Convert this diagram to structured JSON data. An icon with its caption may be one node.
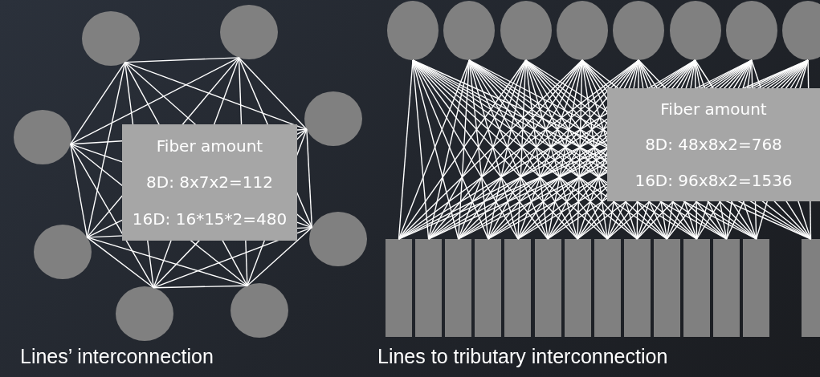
{
  "diagram": {
    "nodes": [
      {
        "text": [],
        "shape": "circle"
      },
      {
        "text": [],
        "shape": "circle"
      },
      {
        "text": [],
        "shape": "circle"
      },
      {
        "text": [],
        "shape": "circle"
      },
      {
        "text": [],
        "shape": "circle"
      },
      {
        "text": [],
        "shape": "circle"
      },
      {
        "text": [],
        "shape": "circle"
      },
      {
        "text": [],
        "shape": "circle"
      },
      {
        "text": [],
        "shape": "circle"
      },
      {
        "text": [],
        "shape": "circle"
      },
      {
        "text": [],
        "shape": "circle"
      },
      {
        "text": [],
        "shape": "circle"
      },
      {
        "text": [],
        "shape": "circle"
      },
      {
        "text": [],
        "shape": "circle"
      },
      {
        "text": [],
        "shape": "circle"
      },
      {
        "text": [],
        "shape": "circle"
      },
      {
        "text": [],
        "shape": "box"
      },
      {
        "text": [],
        "shape": "box"
      },
      {
        "text": [],
        "shape": "box"
      },
      {
        "text": [],
        "shape": "box"
      },
      {
        "text": [],
        "shape": "box"
      },
      {
        "text": [],
        "shape": "box"
      },
      {
        "text": [],
        "shape": "box"
      },
      {
        "text": [],
        "shape": "box"
      },
      {
        "text": [],
        "shape": "box"
      },
      {
        "text": [],
        "shape": "box"
      },
      {
        "text": [],
        "shape": "box"
      },
      {
        "text": [],
        "shape": "box"
      },
      {
        "text": [],
        "shape": "box"
      },
      {
        "text": [],
        "shape": "box"
      }
    ],
    "edges": [
      {
        "from": 0,
        "to": 1,
        "arrow": "none"
      },
      {
        "from": 0,
        "to": 2,
        "arrow": "none"
      },
      {
        "from": 0,
        "to": 3,
        "arrow": "none"
      },
      {
        "from": 0,
        "to": 4,
        "arrow": "none"
      },
      {
        "from": 0,
        "to": 5,
        "arrow": "none"
      },
      {
        "from": 0,
        "to": 6,
        "arrow": "none"
      },
      {
        "from": 0,
        "to": 7,
        "arrow": "none"
      },
      {
        "from": 1,
        "to": 2,
        "arrow": "none"
      },
      {
        "from": 1,
        "to": 3,
        "arrow": "none"
      },
      {
        "from": 1,
        "to": 4,
        "arrow": "none"
      },
      {
        "from": 1,
        "to": 5,
        "arrow": "none"
      },
      {
        "from": 1,
        "to": 6,
        "arrow": "none"
      },
      {
        "from": 1,
        "to": 7,
        "arrow": "none"
      },
      {
        "from": 2,
        "to": 3,
        "arrow": "none"
      },
      {
        "from": 2,
        "to": 4,
        "arrow": "none"
      },
      {
        "from": 2,
        "to": 5,
        "arrow": "none"
      },
      {
        "from": 2,
        "to": 6,
        "arrow": "none"
      },
      {
        "from": 2,
        "to": 7,
        "arrow": "none"
      },
      {
        "from": 3,
        "to": 4,
        "arrow": "none"
      },
      {
        "from": 3,
        "to": 5,
        "arrow": "none"
      },
      {
        "from": 3,
        "to": 6,
        "arrow": "none"
      },
      {
        "from": 3,
        "to": 7,
        "arrow": "none"
      },
      {
        "from": 4,
        "to": 5,
        "arrow": "none"
      },
      {
        "from": 4,
        "to": 6,
        "arrow": "none"
      },
      {
        "from": 4,
        "to": 7,
        "arrow": "none"
      },
      {
        "from": 5,
        "to": 6,
        "arrow": "none"
      },
      {
        "from": 5,
        "to": 7,
        "arrow": "none"
      },
      {
        "from": 6,
        "to": 7,
        "arrow": "none"
      },
      {
        "from": 8,
        "to": 16,
        "arrow": "none"
      },
      {
        "from": 8,
        "to": 17,
        "arrow": "none"
      },
      {
        "from": 8,
        "to": 18,
        "arrow": "none"
      },
      {
        "from": 8,
        "to": 19,
        "arrow": "none"
      },
      {
        "from": 8,
        "to": 20,
        "arrow": "none"
      },
      {
        "from": 8,
        "to": 21,
        "arrow": "none"
      },
      {
        "from": 8,
        "to": 22,
        "arrow": "none"
      },
      {
        "from": 8,
        "to": 23,
        "arrow": "none"
      },
      {
        "from": 8,
        "to": 24,
        "arrow": "none"
      },
      {
        "from": 8,
        "to": 25,
        "arrow": "none"
      },
      {
        "from": 8,
        "to": 26,
        "arrow": "none"
      },
      {
        "from": 8,
        "to": 27,
        "arrow": "none"
      },
      {
        "from": 8,
        "to": 28,
        "arrow": "none"
      },
      {
        "from": 8,
        "to": 29,
        "arrow": "none"
      },
      {
        "from": 9,
        "to": 16,
        "arrow": "none"
      },
      {
        "from": 9,
        "to": 17,
        "arrow": "none"
      },
      {
        "from": 9,
        "to": 18,
        "arrow": "none"
      },
      {
        "from": 9,
        "to": 19,
        "arrow": "none"
      },
      {
        "from": 9,
        "to": 20,
        "arrow": "none"
      },
      {
        "from": 9,
        "to": 21,
        "arrow": "none"
      },
      {
        "from": 9,
        "to": 22,
        "arrow": "none"
      },
      {
        "from": 9,
        "to": 23,
        "arrow": "none"
      },
      {
        "from": 9,
        "to": 24,
        "arrow": "none"
      },
      {
        "from": 9,
        "to": 25,
        "arrow": "none"
      },
      {
        "from": 9,
        "to": 26,
        "arrow": "none"
      },
      {
        "from": 9,
        "to": 27,
        "arrow": "none"
      },
      {
        "from": 9,
        "to": 28,
        "arrow": "none"
      },
      {
        "from": 9,
        "to": 29,
        "arrow": "none"
      },
      {
        "from": 10,
        "to": 16,
        "arrow": "none"
      },
      {
        "from": 10,
        "to": 17,
        "arrow": "none"
      },
      {
        "from": 10,
        "to": 18,
        "arrow": "none"
      },
      {
        "from": 10,
        "to": 19,
        "arrow": "none"
      },
      {
        "from": 10,
        "to": 20,
        "arrow": "none"
      },
      {
        "from": 10,
        "to": 21,
        "arrow": "none"
      },
      {
        "from": 10,
        "to": 22,
        "arrow": "none"
      },
      {
        "from": 10,
        "to": 23,
        "arrow": "none"
      },
      {
        "from": 10,
        "to": 24,
        "arrow": "none"
      },
      {
        "from": 10,
        "to": 25,
        "arrow": "none"
      },
      {
        "from": 10,
        "to": 26,
        "arrow": "none"
      },
      {
        "from": 10,
        "to": 27,
        "arrow": "none"
      },
      {
        "from": 10,
        "to": 28,
        "arrow": "none"
      },
      {
        "from": 10,
        "to": 29,
        "arrow": "none"
      },
      {
        "from": 11,
        "to": 16,
        "arrow": "none"
      },
      {
        "from": 11,
        "to": 17,
        "arrow": "none"
      },
      {
        "from": 11,
        "to": 18,
        "arrow": "none"
      },
      {
        "from": 11,
        "to": 19,
        "arrow": "none"
      },
      {
        "from": 11,
        "to": 20,
        "arrow": "none"
      },
      {
        "from": 11,
        "to": 21,
        "arrow": "none"
      },
      {
        "from": 11,
        "to": 22,
        "arrow": "none"
      },
      {
        "from": 11,
        "to": 23,
        "arrow": "none"
      },
      {
        "from": 11,
        "to": 24,
        "arrow": "none"
      },
      {
        "from": 11,
        "to": 25,
        "arrow": "none"
      },
      {
        "from": 11,
        "to": 26,
        "arrow": "none"
      },
      {
        "from": 11,
        "to": 27,
        "arrow": "none"
      },
      {
        "from": 11,
        "to": 28,
        "arrow": "none"
      },
      {
        "from": 11,
        "to": 29,
        "arrow": "none"
      },
      {
        "from": 12,
        "to": 16,
        "arrow": "none"
      },
      {
        "from": 12,
        "to": 17,
        "arrow": "none"
      },
      {
        "from": 12,
        "to": 18,
        "arrow": "none"
      },
      {
        "from": 12,
        "to": 19,
        "arrow": "none"
      },
      {
        "from": 12,
        "to": 20,
        "arrow": "none"
      },
      {
        "from": 12,
        "to": 21,
        "arrow": "none"
      },
      {
        "from": 12,
        "to": 22,
        "arrow": "none"
      },
      {
        "from": 12,
        "to": 23,
        "arrow": "none"
      },
      {
        "from": 12,
        "to": 24,
        "arrow": "none"
      },
      {
        "from": 12,
        "to": 25,
        "arrow": "none"
      },
      {
        "from": 12,
        "to": 26,
        "arrow": "none"
      },
      {
        "from": 12,
        "to": 27,
        "arrow": "none"
      },
      {
        "from": 12,
        "to": 28,
        "arrow": "none"
      },
      {
        "from": 12,
        "to": 29,
        "arrow": "none"
      },
      {
        "from": 13,
        "to": 16,
        "arrow": "none"
      },
      {
        "from": 13,
        "to": 17,
        "arrow": "none"
      },
      {
        "from": 13,
        "to": 18,
        "arrow": "none"
      },
      {
        "from": 13,
        "to": 19,
        "arrow": "none"
      },
      {
        "from": 13,
        "to": 20,
        "arrow": "none"
      },
      {
        "from": 13,
        "to": 21,
        "arrow": "none"
      },
      {
        "from": 13,
        "to": 22,
        "arrow": "none"
      },
      {
        "from": 13,
        "to": 23,
        "arrow": "none"
      },
      {
        "from": 13,
        "to": 24,
        "arrow": "none"
      },
      {
        "from": 13,
        "to": 25,
        "arrow": "none"
      },
      {
        "from": 13,
        "to": 26,
        "arrow": "none"
      },
      {
        "from": 13,
        "to": 27,
        "arrow": "none"
      },
      {
        "from": 13,
        "to": 28,
        "arrow": "none"
      },
      {
        "from": 13,
        "to": 29,
        "arrow": "none"
      },
      {
        "from": 14,
        "to": 16,
        "arrow": "none"
      },
      {
        "from": 14,
        "to": 17,
        "arrow": "none"
      },
      {
        "from": 14,
        "to": 18,
        "arrow": "none"
      },
      {
        "from": 14,
        "to": 19,
        "arrow": "none"
      },
      {
        "from": 14,
        "to": 20,
        "arrow": "none"
      },
      {
        "from": 14,
        "to": 21,
        "arrow": "none"
      },
      {
        "from": 14,
        "to": 22,
        "arrow": "none"
      },
      {
        "from": 14,
        "to": 23,
        "arrow": "none"
      },
      {
        "from": 14,
        "to": 24,
        "arrow": "none"
      },
      {
        "from": 14,
        "to": 25,
        "arrow": "none"
      },
      {
        "from": 14,
        "to": 26,
        "arrow": "none"
      },
      {
        "from": 14,
        "to": 27,
        "arrow": "none"
      },
      {
        "from": 14,
        "to": 28,
        "arrow": "none"
      },
      {
        "from": 14,
        "to": 29,
        "arrow": "none"
      },
      {
        "from": 15,
        "to": 16,
        "arrow": "none"
      },
      {
        "from": 15,
        "to": 17,
        "arrow": "none"
      },
      {
        "from": 15,
        "to": 18,
        "arrow": "none"
      },
      {
        "from": 15,
        "to": 19,
        "arrow": "none"
      },
      {
        "from": 15,
        "to": 20,
        "arrow": "none"
      },
      {
        "from": 15,
        "to": 21,
        "arrow": "none"
      },
      {
        "from": 15,
        "to": 22,
        "arrow": "none"
      },
      {
        "from": 15,
        "to": 23,
        "arrow": "none"
      },
      {
        "from": 15,
        "to": 24,
        "arrow": "none"
      },
      {
        "from": 15,
        "to": 25,
        "arrow": "none"
      },
      {
        "from": 15,
        "to": 26,
        "arrow": "none"
      },
      {
        "from": 15,
        "to": 27,
        "arrow": "none"
      },
      {
        "from": 15,
        "to": 28,
        "arrow": "none"
      },
      {
        "from": 15,
        "to": 29,
        "arrow": "none"
      }
    ],
    "labels": [
      "Fiber amount",
      "8D: 8x7x2=112",
      "16D: 16*15*2=480",
      "Fiber amount",
      "8D: 48x8x2=768",
      "16D: 96x8x2=1536",
      "Lines’ interconnection",
      "Lines to tributary interconnection"
    ]
  }
}
